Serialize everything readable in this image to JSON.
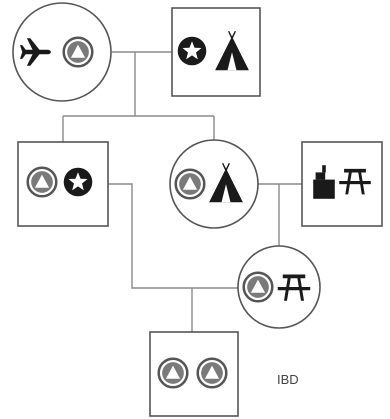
{
  "colors": {
    "line": "#8a8a8a",
    "shape_stroke": "#555555",
    "icon_dark": "#1a1a1a",
    "icon_grey": "#7a7a7a",
    "background": "#ffffff"
  },
  "legend": {
    "ibd_label": "IBD"
  },
  "nodes": [
    {
      "id": "gen1-male",
      "shape": "circle",
      "icons": [
        "airplane-icon",
        "triangle-circle-icon"
      ]
    },
    {
      "id": "gen1-female",
      "shape": "square",
      "icons": [
        "star-circle-icon",
        "tent-icon"
      ]
    },
    {
      "id": "gen2-left",
      "shape": "square",
      "icons": [
        "triangle-circle-icon",
        "star-circle-icon"
      ]
    },
    {
      "id": "gen2-mid",
      "shape": "circle",
      "icons": [
        "triangle-circle-icon",
        "tent-icon"
      ]
    },
    {
      "id": "gen2-right",
      "shape": "square",
      "icons": [
        "beehive-icon",
        "picnic-table-icon"
      ]
    },
    {
      "id": "gen3-circle",
      "shape": "circle",
      "icons": [
        "triangle-circle-icon",
        "picnic-table-icon"
      ]
    },
    {
      "id": "gen4-square",
      "shape": "square",
      "icons": [
        "triangle-circle-icon",
        "triangle-circle-icon"
      ]
    }
  ]
}
